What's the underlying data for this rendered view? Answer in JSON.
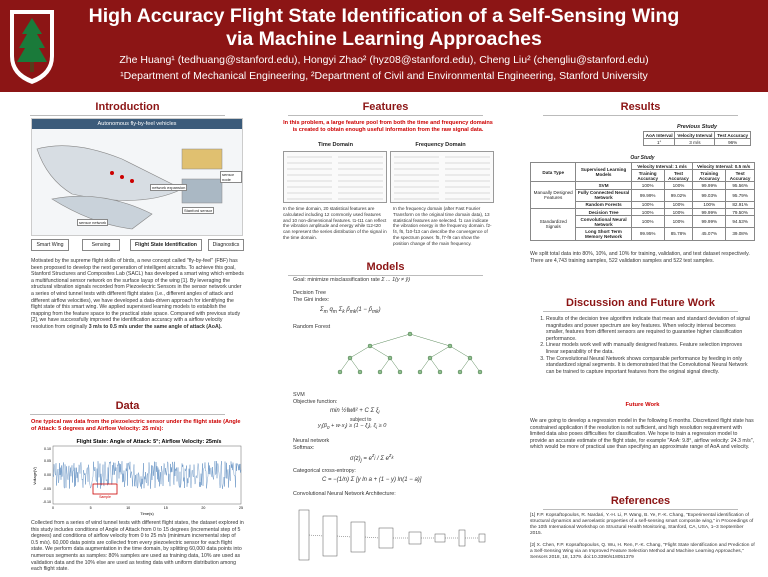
{
  "header": {
    "title_line1": "High Accuracy Flight State Identification of a Self-Sensing Wing",
    "title_line2": "via Machine Learning Approaches",
    "authors": "Zhe Huang¹ (tedhuang@stanford.edu), Hongyi Zhao² (hyz08@stanford.edu), Cheng Liu² (chengliu@stanford.edu)",
    "affiliations": "¹Department of Mechanical Engineering, ²Department of Civil and Environmental Engineering, Stanford University"
  },
  "introduction": {
    "title": "Introduction",
    "banner": "Autonomous fly-by-feel vehicles",
    "labels": [
      "network expansion",
      "sensor node",
      "Stanford sensor",
      "sensor network"
    ],
    "nav": [
      "Smart Wing",
      "Sensing",
      "Flight State Identification",
      "Diagnostics"
    ],
    "body": "Motivated by the supreme flight skills of birds, a new concept called \"fly-by-feel\" (FBF) has been proposed to develop the next generation of intelligent aircrafts. To achieve this goal, Stanford Structures and Composites Lab (SACL) has developed a smart wing which embeds a multifunctional sensor network on the surface layup of the wing [1]. By leveraging the structural vibration signals recorded from Piezoelectric Sensors in the sensor network under a series of wind tunnel tests with different flight states (i.e., different angles of attack and different airflow velocities), we have developed a data-driven approach for identifying the flight state of this smart wing. We applied supervised learning models to establish the mapping from the feature space to the practical state space. Compared with previous study [2], we have successfully improved the identification accuracy with a airflow velocity resolution from originally",
    "body_tail": "3 m/s to 0.5 m/s under the same angle of attack (AoA)."
  },
  "data": {
    "title": "Data",
    "caption": "One typical raw data from the piezoelectric sensor under the flight state (Angle of Attack: 5 degrees and Airflow Velocity: 25 m/s):",
    "plot_title": "Flight State: Angle of Attack: 5°; Airflow Velocity: 25m/s",
    "ylabel": "Voltage(V)",
    "xlabel": "Time(s)",
    "yticks": [
      "0.10",
      "0.05",
      "0.00",
      "-0.05",
      "-0.10"
    ],
    "xticks": [
      "0",
      "5",
      "10",
      "15",
      "20",
      "25"
    ],
    "annotation": "Sample",
    "body": "Collected from a series of wind tunnel tests with different flight states, the dataset explored in this study includes conditions of Angle of Attack from 0 to 15 degrees (incremental step of 5 degrees) and conditions of airflow velocity from 0 to 25 m/s (minimum incremental step of 0.5 m/s). 60,000 data points are collected from every piezoelectric sensor for each flight state. We perform data augmentation in the time domain, by splitting 60,000 data points into numerous segments as samples: 80% samples are used as training data, 10% are used as validation data and the 10% else are used as testing data with uniform distribution among each flight state."
  },
  "features": {
    "title": "Features",
    "caption": "In this problem, a large feature pool from both the time and frequency domains is created to obtain enough useful information from the raw signal data.",
    "time_domain": "Time Domain",
    "freq_domain": "Frequency Domain",
    "note_left": "In the time domain, 20 statistical features are calculated including 12 commonly used features and 10 non-dimensional features. t1-t11 can reflect the vibration amplitude and energy while t12-t20 can represent the series distribution of the signal in the time domain.",
    "note_right": "In the frequency domain (after Fast Fourier Transform on the original time domain data), 13 statistical features are selected. f1 can indicate the vibration energy in the frequency domain. f2-f4, f6, f10-f13 can describe the convergence of the spectrum power. f5, f7-f9 can show the position change of the main frequency."
  },
  "models": {
    "title": "Models",
    "goal": "Goal: minimize misclassification rate",
    "dt": "Decision Tree",
    "gini": "The Gini index:",
    "rf": "Random Forest",
    "svm": "SVM",
    "objective": "Objective function:",
    "subject": "subject to",
    "nn": "Neural network",
    "softmax": "Softmax:",
    "ce": "Categorical cross-entropy:",
    "cnn": "Convolutional Neural Network Architecture:"
  },
  "results": {
    "title": "Results",
    "prev_title": "Previous Study",
    "prev_headers": [
      "AoA Interval",
      "Velocity Interval",
      "Test Accuracy"
    ],
    "prev_row": [
      "1°",
      "3 m/s",
      "96%"
    ],
    "our_title": "Our Study",
    "our_headers": [
      "Data Type",
      "Supervised Learning Models",
      "Velocity Interval: 1 m/s",
      "Velocity Interval: 0.5 m/s"
    ],
    "sub_headers": [
      "Training Accuracy",
      "Test Accuracy",
      "Training Accuracy",
      "Test Accuracy"
    ],
    "rows": [
      {
        "type": "Manually Designed Features",
        "model": "SVM",
        "v": [
          "100%",
          "100%",
          "99.99%",
          "95.56%"
        ]
      },
      {
        "type": "",
        "model": "Fully Connected Neural Network",
        "v": [
          "99.99%",
          "99.02%",
          "99.03%",
          "95.79%"
        ]
      },
      {
        "type": "",
        "model": "Random Forests",
        "v": [
          "100%",
          "100%",
          "100%",
          "82.91%"
        ]
      },
      {
        "type": "Standardized Signals",
        "model": "Decision Tree",
        "v": [
          "100%",
          "100%",
          "99.99%",
          "79.50%"
        ]
      },
      {
        "type": "",
        "model": "Convolutional Neural Network",
        "v": [
          "100%",
          "100%",
          "99.99%",
          "94.53%"
        ]
      },
      {
        "type": "",
        "model": "Long Short Term Memory Network",
        "v": [
          "99.95%",
          "85.78%",
          "45.07%",
          "39.08%"
        ]
      }
    ],
    "note": "We split total data into 80%, 10%, and 10% for training, validation, and test dataset respectively. There are 4,743 training samples, 522 validation samples and 522 test samples."
  },
  "discussion": {
    "title": "Discussion and Future Work",
    "items": [
      "Results of the decision tree algorithm indicate that mean and standard deviation of signal magnitudes and power spectrum are key features. When velocity interval becomes smaller, features from different sensors are required to guarantee higher classification performance.",
      "Linear models work well with manually designed features. Feature selection improves linear separability of the data.",
      "The Convolutional Neural Network shows comparable performance by feeding in only standardized signal segments. It is demonstrated that the Convolutional Neural Network can be trained to capture important features from the original signal directly."
    ],
    "future_title": "Future Work",
    "future": "We are going to develop a regression model in the following 6 months. Discretized flight state has constrained application if the resolution is not sufficient, and high resolution requirement with limited data also poses difficulties for classification. We hope to train a regression model to provide an accurate estimate of the flight state, for example \"AoA: 9.8°, airflow velocity: 24.3 m/s\", which would be more of practical use than specifying an approximate range of AoA and velocity."
  },
  "references": {
    "title": "References",
    "items": [
      "[1] F.P. Kopsaftopoulos, R. Nardari, Y.-H. Li, P. Wang, B. Ye, F.-K. Chang, \"Experimental identification of structural dynamics and aeroelastic properties of a self-sensing smart composite wing,\" in Proceedings of the 10th International Workshop on Structural Health Monitoring, Stanford, CA, USA, 1–3 September 2015.",
      "[2] X. Chen, F.P. Kopsaftopoulos, Q. Wu, H. Ren, F.-K. Chang, \"Flight State Identification and Prediction of a Self-Sensing Wing via an Improved Feature Selection Method and Machine Learning Approaches,\" Sensors 2018, 18, 1379. doi:10.3390/s18051379"
    ]
  },
  "colors": {
    "brand": "#8c1515",
    "accent_red": "#cc0000",
    "signal": "#1f5fa8"
  }
}
